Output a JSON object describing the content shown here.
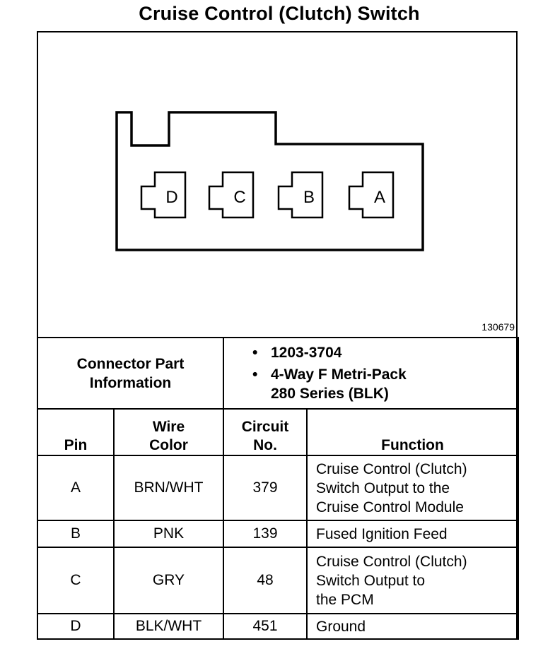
{
  "title": "Cruise Control (Clutch) Switch",
  "figure_number": "130679",
  "connector": {
    "pins": [
      "D",
      "C",
      "B",
      "A"
    ]
  },
  "connector_part_info": {
    "label_line1": "Connector Part",
    "label_line2": "Information",
    "items": [
      "1203-3704",
      "4-Way F Metri-Pack",
      "280 Series (BLK)"
    ]
  },
  "table": {
    "headers": {
      "pin": "Pin",
      "wire_line1": "Wire",
      "wire_line2": "Color",
      "circuit_line1": "Circuit",
      "circuit_line2": "No.",
      "function": "Function"
    },
    "rows": [
      {
        "pin": "A",
        "wire": "BRN/WHT",
        "circuit": "379",
        "function": [
          "Cruise Control (Clutch)",
          "Switch Output to the",
          "Cruise Control Module"
        ]
      },
      {
        "pin": "B",
        "wire": "PNK",
        "circuit": "139",
        "function": [
          "Fused Ignition Feed"
        ]
      },
      {
        "pin": "C",
        "wire": "GRY",
        "circuit": "48",
        "function": [
          "Cruise Control (Clutch)",
          "Switch Output to",
          "the PCM"
        ]
      },
      {
        "pin": "D",
        "wire": "BLK/WHT",
        "circuit": "451",
        "function": [
          "Ground"
        ]
      }
    ]
  }
}
